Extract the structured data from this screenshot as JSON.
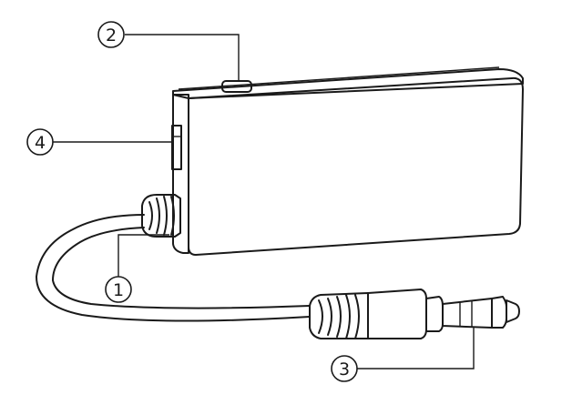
{
  "callouts": [
    {
      "id": "c1",
      "number": "1"
    },
    {
      "id": "c2",
      "number": "2"
    },
    {
      "id": "c3",
      "number": "3"
    },
    {
      "id": "c4",
      "number": "4"
    }
  ]
}
